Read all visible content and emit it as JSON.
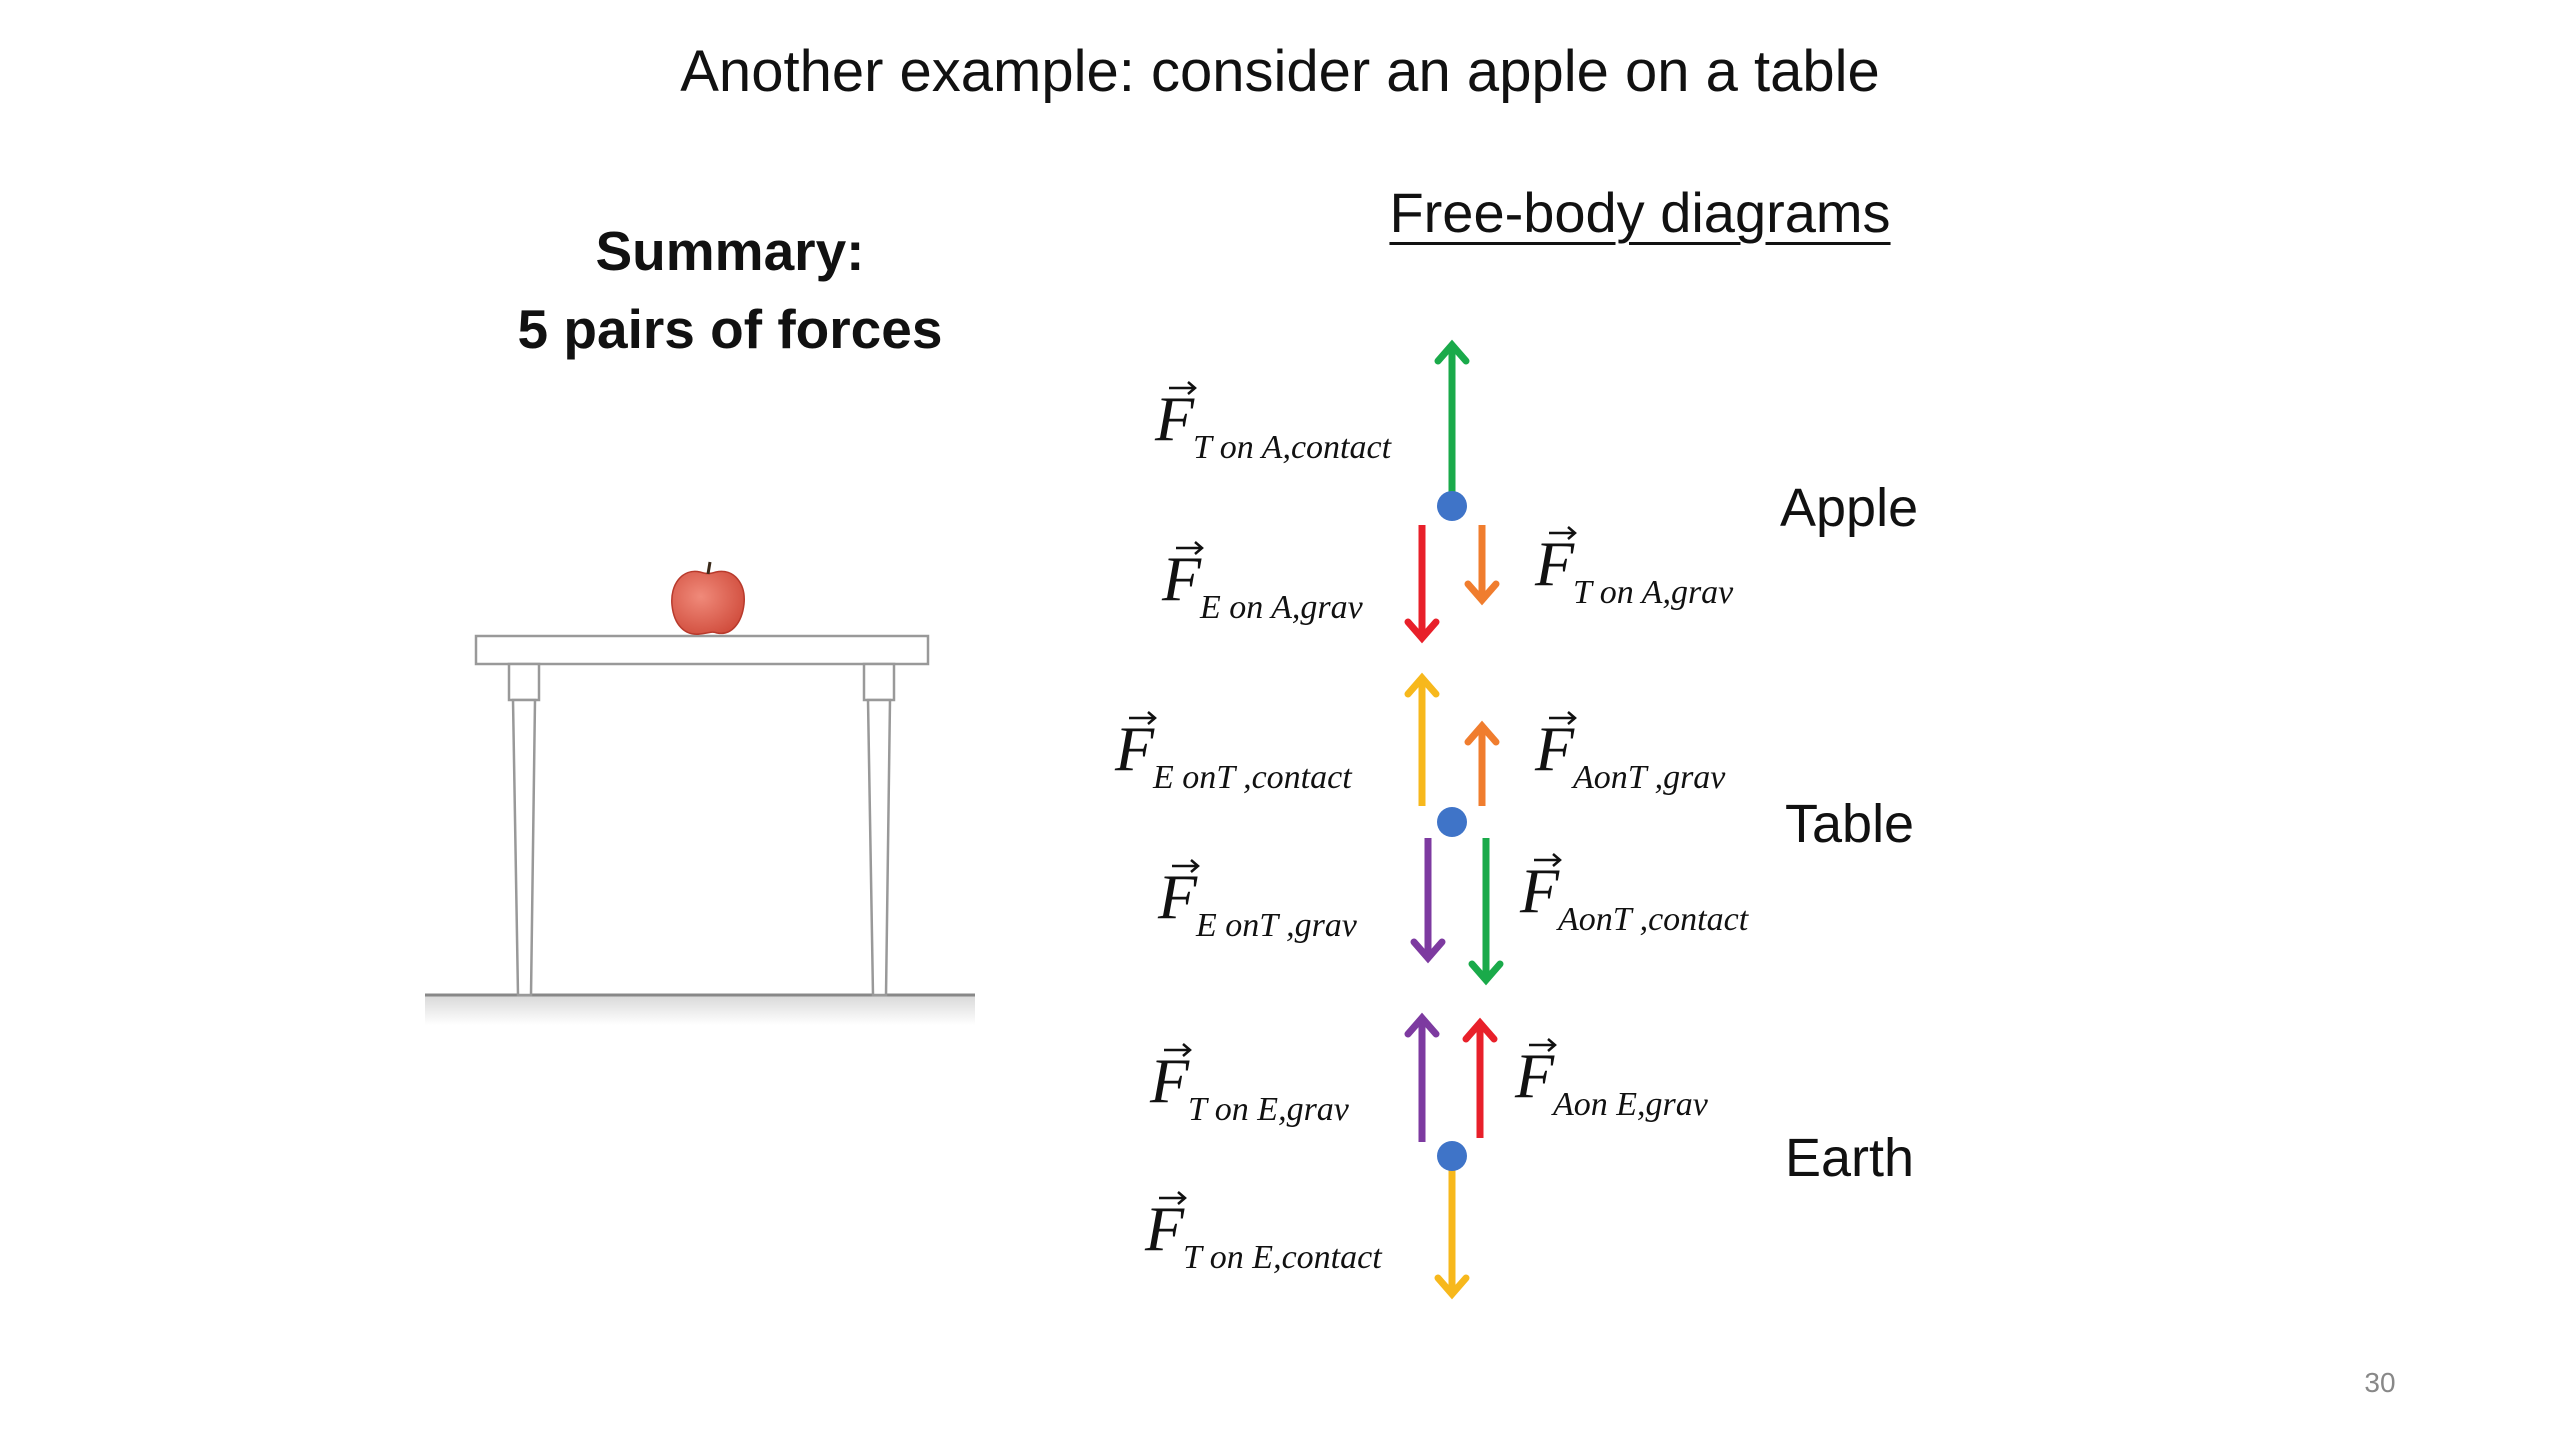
{
  "slide": {
    "title": "Another example: consider an apple on a table",
    "summary_line1": "Summary:",
    "summary_line2": "5 pairs of forces",
    "fbd_heading": "Free-body diagrams",
    "page_number": "30"
  },
  "colors": {
    "green": "#1aaa4a",
    "red": "#e8202a",
    "orange": "#f07d2e",
    "yellow": "#f7b81c",
    "purple": "#7d3aa0",
    "dot": "#3f74c8"
  },
  "icons": {
    "apple": "apple-icon",
    "table": "table-illustration"
  },
  "bodies": [
    {
      "id": "apple",
      "name": "Apple"
    },
    {
      "id": "table",
      "name": "Table"
    },
    {
      "id": "earth",
      "name": "Earth"
    }
  ],
  "forces": [
    {
      "id": "t_on_a_contact",
      "body": "apple",
      "symbol": "F",
      "subscript": "T on A,contact",
      "direction": "up",
      "color": "green"
    },
    {
      "id": "e_on_a_grav",
      "body": "apple",
      "symbol": "F",
      "subscript": "E on A,grav",
      "direction": "down",
      "color": "red"
    },
    {
      "id": "t_on_a_grav",
      "body": "apple",
      "symbol": "F",
      "subscript": "T on A,grav",
      "direction": "down",
      "color": "orange"
    },
    {
      "id": "e_on_t_contact",
      "body": "table",
      "symbol": "F",
      "subscript": "E onT ,contact",
      "direction": "up",
      "color": "yellow"
    },
    {
      "id": "a_on_t_grav",
      "body": "table",
      "symbol": "F",
      "subscript": "AonT ,grav",
      "direction": "up",
      "color": "orange"
    },
    {
      "id": "e_on_t_grav",
      "body": "table",
      "symbol": "F",
      "subscript": "E onT ,grav",
      "direction": "down",
      "color": "purple"
    },
    {
      "id": "a_on_t_contact",
      "body": "table",
      "symbol": "F",
      "subscript": "AonT ,contact",
      "direction": "down",
      "color": "green"
    },
    {
      "id": "t_on_e_grav",
      "body": "earth",
      "symbol": "F",
      "subscript": "T on E,grav",
      "direction": "up",
      "color": "purple"
    },
    {
      "id": "a_on_e_grav",
      "body": "earth",
      "symbol": "F",
      "subscript": "Aon E,grav",
      "direction": "up",
      "color": "red"
    },
    {
      "id": "t_on_e_contact",
      "body": "earth",
      "symbol": "F",
      "subscript": "T on E,contact",
      "direction": "down",
      "color": "yellow"
    }
  ]
}
